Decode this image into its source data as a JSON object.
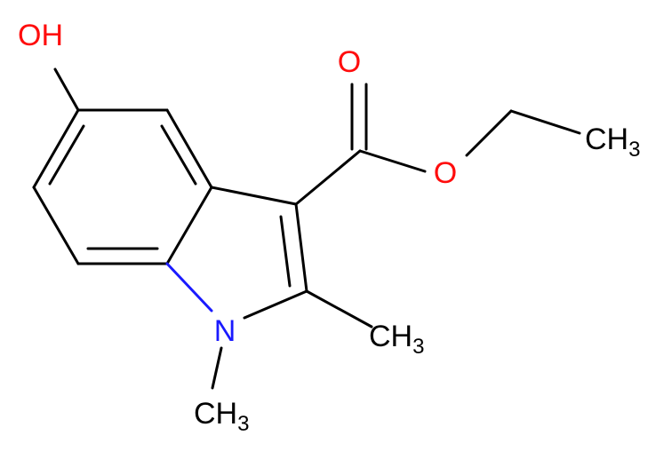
{
  "molecule": {
    "atoms": {
      "hydroxyl": {
        "label": "OH",
        "color": "#ff0d0d"
      },
      "carbonyl_oxygen": {
        "label": "O",
        "color": "#ff0d0d"
      },
      "ester_oxygen": {
        "label": "O",
        "color": "#ff0d0d"
      },
      "ethyl_methyl": {
        "label": "CH",
        "sub": "3",
        "color": "#000000"
      },
      "ring_nitrogen": {
        "label": "N",
        "color": "#1a1aff"
      },
      "c2_methyl": {
        "label": "CH",
        "sub": "3",
        "color": "#000000"
      },
      "n_methyl": {
        "label": "CH",
        "sub": "3",
        "color": "#000000"
      }
    },
    "colors": {
      "bond": "#000000",
      "nitrogen": "#1a1aff",
      "oxygen": "#ff0d0d"
    }
  }
}
